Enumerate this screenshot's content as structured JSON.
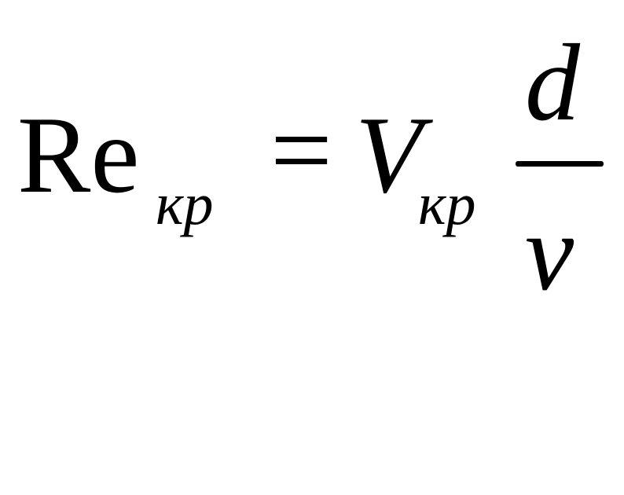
{
  "formula": {
    "lhs_symbol": "Re",
    "lhs_subscript": "кр",
    "equals": "=",
    "rhs_symbol": "V",
    "rhs_subscript": "кр",
    "fraction_numerator": "d",
    "fraction_denominator": "ν"
  }
}
